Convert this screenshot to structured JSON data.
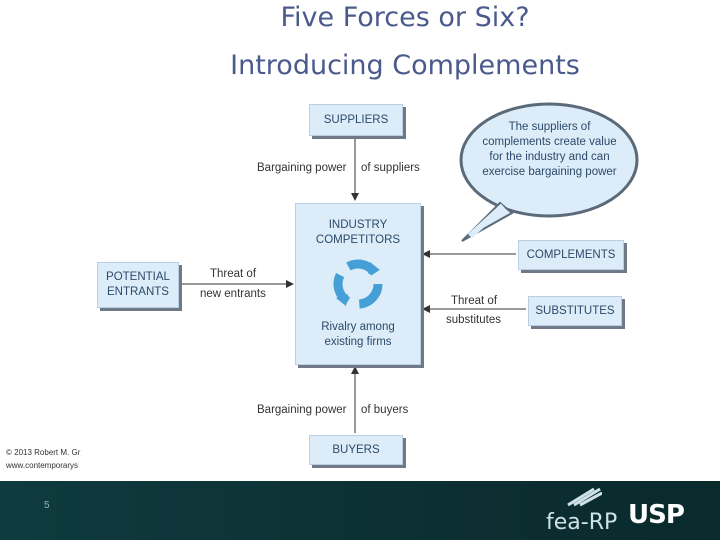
{
  "title": {
    "line1": "Five Forces or Six?",
    "line2": "Introducing Complements"
  },
  "diagram": {
    "suppliers": "Suppliers",
    "buyers": "Buyers",
    "potential_entrants_line1": "Potential",
    "potential_entrants_line2": "Entrants",
    "complements": "Complements",
    "substitutes": "Substitutes",
    "industry_line1": "Industry",
    "industry_line2": "Competitors",
    "rivalry_line1": "Rivalry among",
    "rivalry_line2": "existing firms",
    "bargaining_suppliers": "Bargaining power",
    "of_suppliers": "of suppliers",
    "bargaining_buyers": "Bargaining power",
    "of_buyers": "of buyers",
    "threat_entrants_line1": "Threat of",
    "threat_entrants_line2": "new entrants",
    "threat_substitutes_line1": "Threat of",
    "threat_substitutes_line2": "substitutes",
    "bubble": "The suppliers of complements create value for the industry and can exercise bargaining power"
  },
  "footer": {
    "copyright_line1": "© 2013 Robert M. Gr",
    "copyright_line2": "www.contemporarys",
    "page_number": "5",
    "logo_fea": "fea-RP",
    "logo_usp": "USP"
  }
}
